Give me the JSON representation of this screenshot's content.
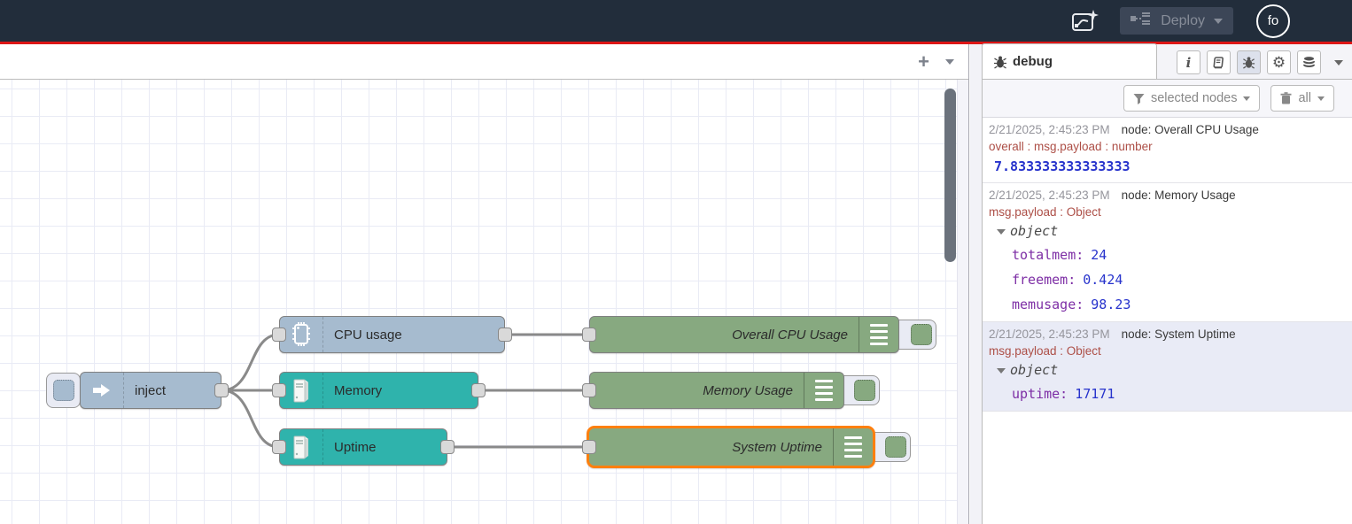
{
  "header": {
    "deploy_button": {
      "label": "Deploy"
    },
    "avatar_label": "fo"
  },
  "workspace": {
    "add_flow_label": "+",
    "nodes": [
      {
        "label": "inject"
      },
      {
        "label": "CPU usage"
      },
      {
        "label": "Memory"
      },
      {
        "label": "Uptime"
      },
      {
        "label": "Overall CPU Usage"
      },
      {
        "label": "Memory Usage"
      },
      {
        "label": "System Uptime"
      }
    ]
  },
  "sidebar": {
    "tab_label": "debug",
    "filter_button_label": "selected nodes",
    "clear_button_label": "all",
    "messages": [
      {
        "timestamp": "2/21/2025, 2:45:23 PM",
        "source": "node: Overall CPU Usage",
        "property": "overall : msg.payload : number",
        "value": "7.833333333333333"
      },
      {
        "timestamp": "2/21/2025, 2:45:23 PM",
        "source": "node: Memory Usage",
        "property": "msg.payload : Object",
        "object_label": "object",
        "fields": [
          {
            "key": "totalmem:",
            "value": "24"
          },
          {
            "key": "freemem:",
            "value": "0.424"
          },
          {
            "key": "memusage:",
            "value": "98.23"
          }
        ]
      },
      {
        "timestamp": "2/21/2025, 2:45:23 PM",
        "source": "node: System Uptime",
        "property": "msg.payload : Object",
        "object_label": "object",
        "fields": [
          {
            "key": "uptime:",
            "value": "17171"
          }
        ]
      }
    ]
  },
  "icons": {
    "info": "i",
    "gear": "⚙"
  },
  "colors": {
    "header_bg": "#222d3b",
    "alert_line": "#dd1616",
    "inject_node": "#a6bbcf",
    "os_node": "#2fb3ac",
    "debug_node": "#87a980",
    "selected_border": "#ff7f0e",
    "debug_value_number": "#2733cc",
    "debug_object_key": "#7d2ea5",
    "debug_property": "#ad4f47"
  }
}
